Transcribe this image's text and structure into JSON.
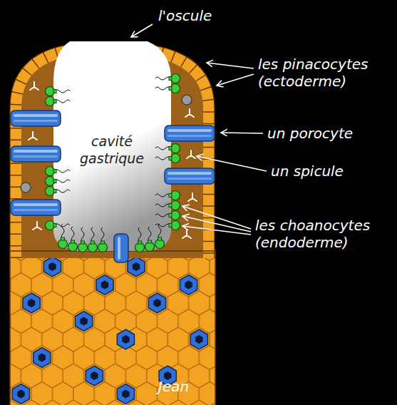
{
  "diagram": {
    "nodes": [
      {
        "text": [
          "cavité gastrique"
        ]
      }
    ],
    "labels": [
      "l'oscule",
      "les pinacocytes (ectoderme)",
      "un porocyte",
      "un spicule",
      "les choanocytes (endoderme)",
      "Jean"
    ]
  }
}
